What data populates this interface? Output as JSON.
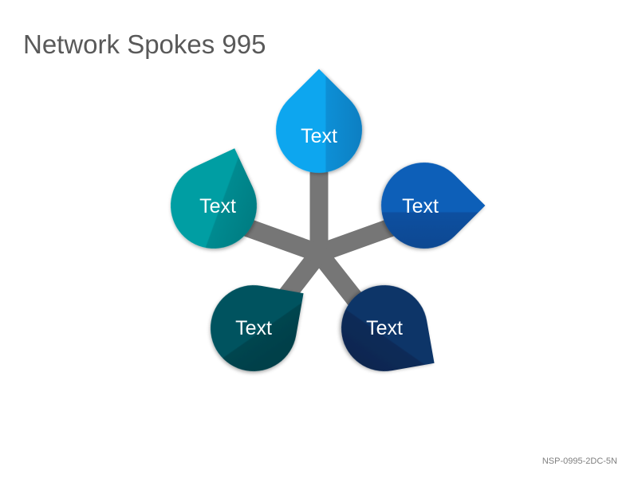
{
  "title": "Network Spokes 995",
  "code": "NSP-0995-2DC-5N",
  "colors": {
    "spoke": "#767676",
    "node_top": "#0ba6ef",
    "node_right": "#0a5fb8",
    "node_bottom_right": "#0c3568",
    "node_bottom_left": "#06535f",
    "node_left": "#049ea3"
  },
  "nodes": [
    {
      "label": "Text"
    },
    {
      "label": "Text"
    },
    {
      "label": "Text"
    },
    {
      "label": "Text"
    },
    {
      "label": "Text"
    }
  ]
}
